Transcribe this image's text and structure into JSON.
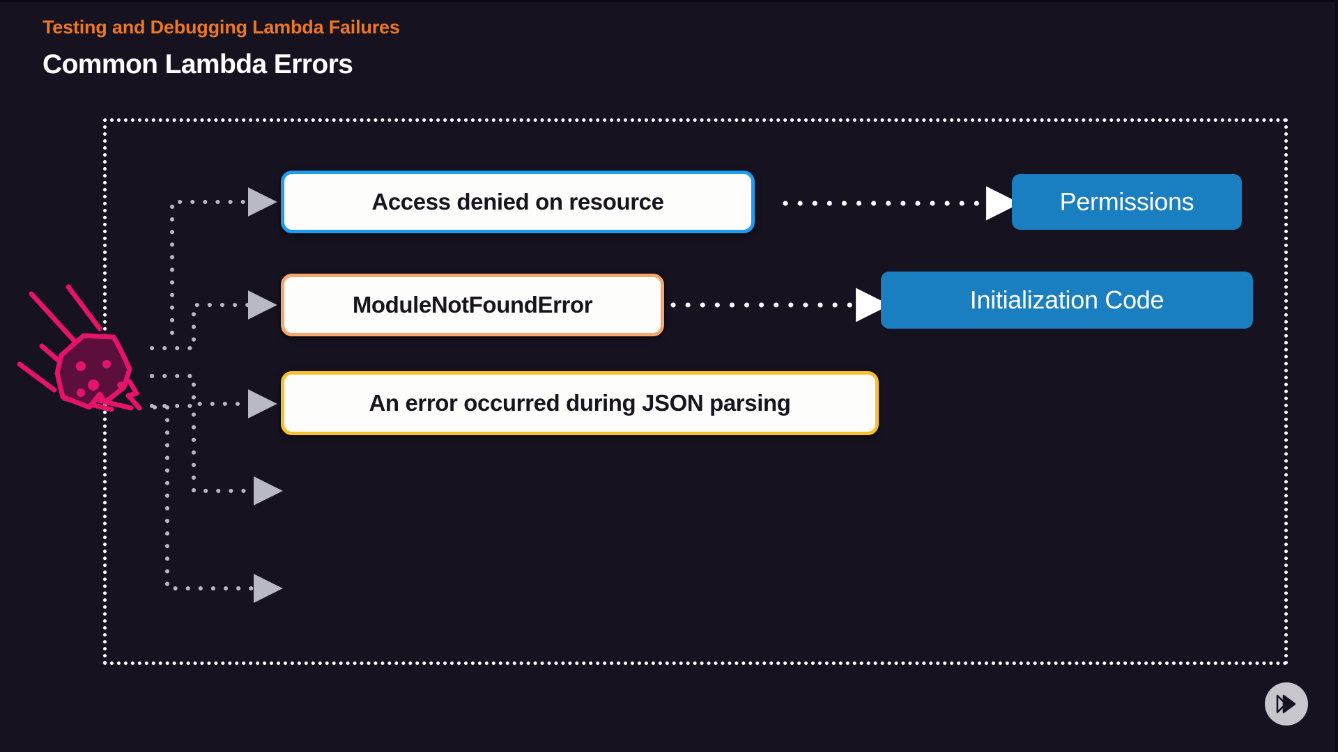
{
  "slide": {
    "eyebrow": "Testing and Debugging Lambda Failures",
    "title": "Common Lambda Errors",
    "background_color": "#16121f",
    "eyebrow_color": "#ed7723",
    "title_color": "#ffffff"
  },
  "diagram": {
    "frame_style": "dotted",
    "frame_color": "#ffffff",
    "error_cards": [
      {
        "label": "Access denied on resource",
        "border_color": "#1e9cf0",
        "fill_color": "#fdfdfb",
        "text_color": "#17141f"
      },
      {
        "label": "ModuleNotFoundError",
        "border_color": "#f4a870",
        "fill_color": "#fdfdfb",
        "text_color": "#17141f"
      },
      {
        "label": "An error occurred during JSON parsing",
        "border_color": "#f7c12e",
        "fill_color": "#fdfdfb",
        "text_color": "#17141f"
      }
    ],
    "cause_boxes": [
      {
        "label": "Permissions",
        "fill_color": "#1a7fc1",
        "text_color": "#ffffff"
      },
      {
        "label": "Initialization Code",
        "fill_color": "#1a7fc1",
        "text_color": "#ffffff"
      }
    ],
    "connectors": {
      "style": "dotted",
      "inbound_color": "#b9b9c4",
      "outbound_color": "#ffffff",
      "empty_branch_count": 2
    }
  },
  "decorations": {
    "meteor": {
      "icon": "meteor-icon",
      "stroke_color": "#e5136b",
      "fill_color": "#5d0f3c"
    },
    "badge": {
      "icon": "fast-forward-icon",
      "circle_color": "#c6c6cc",
      "glyph_color": "#17141f"
    }
  }
}
